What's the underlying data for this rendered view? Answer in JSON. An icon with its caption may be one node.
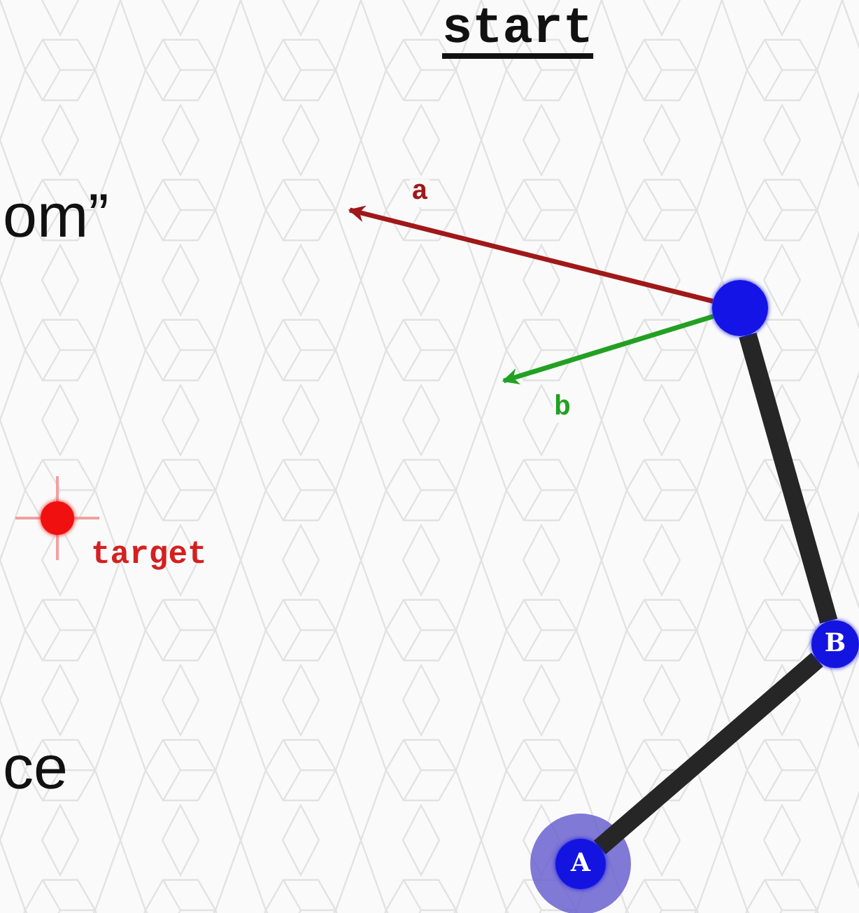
{
  "diagram": {
    "nodes": [
      {
        "text": [],
        "shape": "circle"
      },
      {
        "text": [
          "B"
        ]
      },
      {
        "text": [
          "A"
        ]
      },
      {
        "text": [],
        "shape": "circle",
        "beside": [
          "target"
        ]
      }
    ],
    "edges": [
      {
        "from": 0,
        "to": null,
        "arrow": "to",
        "label": "a",
        "color": "#a01818"
      },
      {
        "from": 0,
        "to": null,
        "arrow": "to",
        "label": "b",
        "color": "#22a022"
      },
      {
        "from": 2,
        "to": 1,
        "arrow": "none",
        "style": "thick"
      },
      {
        "from": 1,
        "to": 0,
        "arrow": "none",
        "style": "thick"
      }
    ],
    "labels": [
      "start",
      "om”",
      "ce"
    ]
  }
}
